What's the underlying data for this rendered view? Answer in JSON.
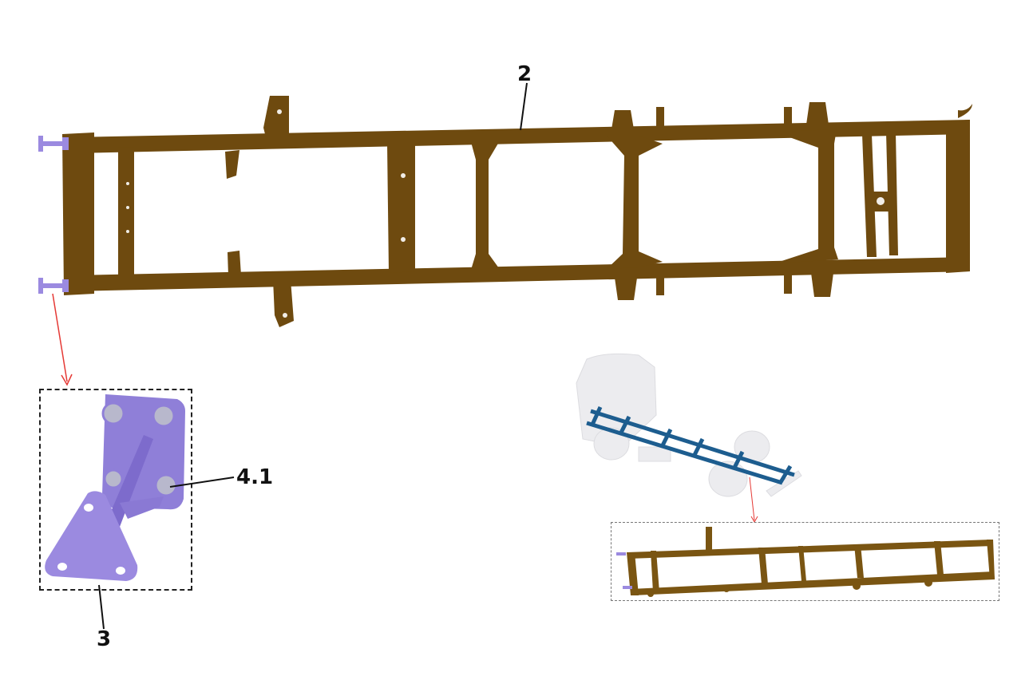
{
  "diagram": {
    "type": "parts-callout",
    "subject": "truck chassis frame",
    "colors": {
      "frame": "#6e4a0f",
      "frame_highlight": "#8a6218",
      "bracket": "#9b8ae0",
      "bracket_shade": "#7d6bcc",
      "bolt": "#b8b8cc",
      "inset_chassis": "#1d5d8f",
      "truck_ghost": "#e9e9ec",
      "leader_line": "#111111",
      "arrow": "#e53935",
      "detail_border": "#222222"
    }
  },
  "callouts": [
    {
      "id": "2",
      "label": "2",
      "target": "main-frame"
    },
    {
      "id": "3",
      "label": "3",
      "target": "mounting-bracket"
    },
    {
      "id": "4.1",
      "label": "4.1",
      "target": "bracket-bolt"
    }
  ],
  "views": {
    "main": {
      "name": "main-chassis-frame"
    },
    "detail": {
      "name": "front-bracket-detail"
    },
    "truck": {
      "name": "truck-overview"
    },
    "inset": {
      "name": "frame-perspective-inset"
    }
  }
}
